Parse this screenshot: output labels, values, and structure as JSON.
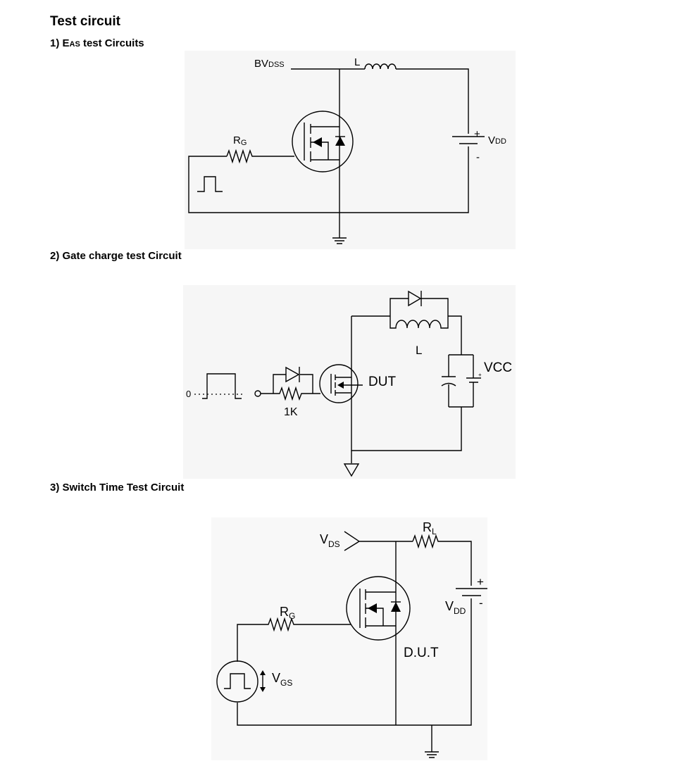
{
  "page": {
    "title": "Test circuit"
  },
  "sections": [
    {
      "prefix": "1) E",
      "sub": "AS",
      "suffix": " test Circuits"
    },
    {
      "label": "2) Gate charge test Circuit"
    },
    {
      "label": "3) Switch Time Test Circuit"
    }
  ],
  "circuit1": {
    "bvdss_main": "BV",
    "bvdss_sub": "DSS",
    "inductor": "L",
    "rg_main": "R",
    "rg_sub": "G",
    "plus": "+",
    "vdd_main": "V",
    "vdd_sub": "DD",
    "minus": "-"
  },
  "circuit2": {
    "zero": "0",
    "inductor": "L",
    "resistor": "1K",
    "dut": "DUT",
    "vcc": "VCC",
    "plus": "+"
  },
  "circuit3": {
    "vds_main": "V",
    "vds_sub": "DS",
    "rl_main": "R",
    "rl_sub": "L",
    "rg_main": "R",
    "rg_sub": "G",
    "vgs_main": "V",
    "vgs_sub": "GS",
    "vdd_main": "V",
    "vdd_sub": "DD",
    "plus": "+",
    "minus": "-",
    "dut": "D.U.T"
  }
}
